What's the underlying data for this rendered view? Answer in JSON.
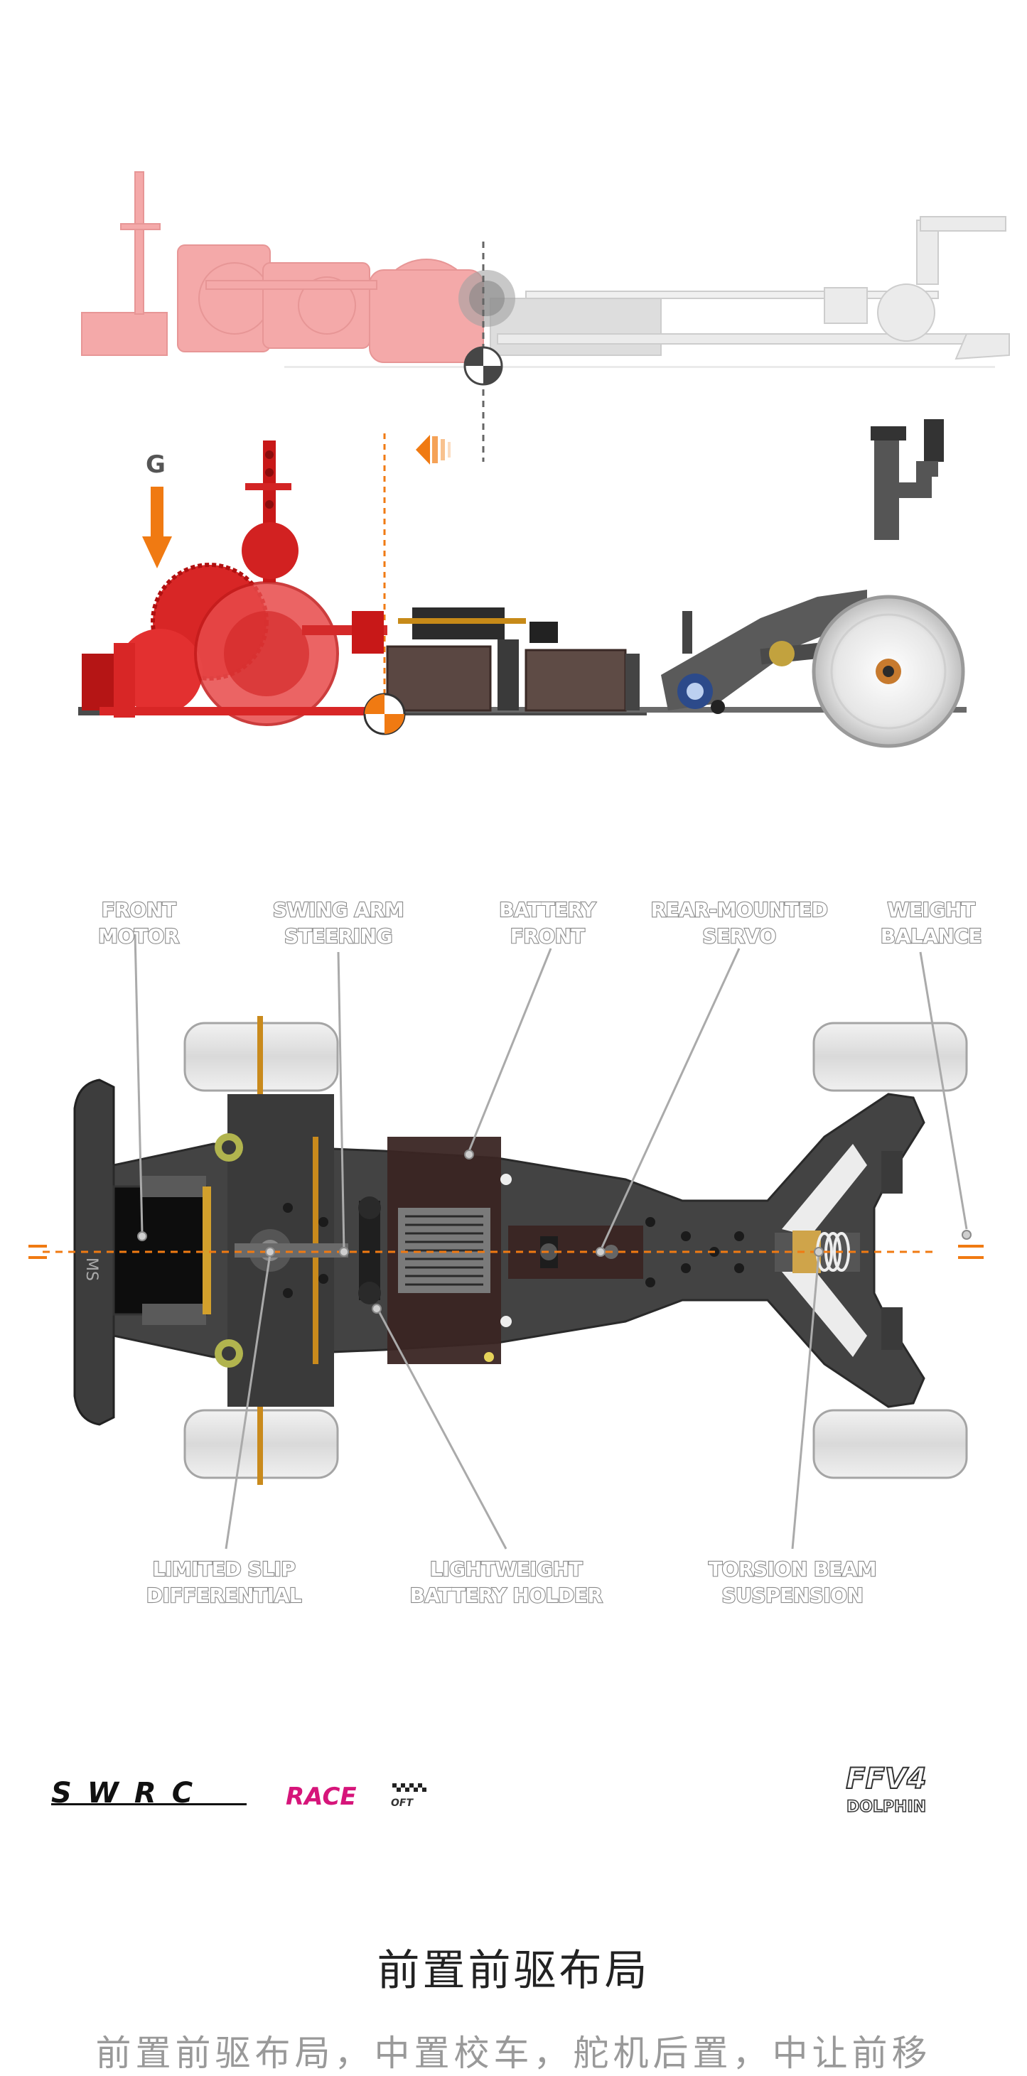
{
  "side_view": {
    "gravity_label": "G"
  },
  "callouts": {
    "front_motor": [
      "FRONT",
      "MOTOR"
    ],
    "swing_arm_steering": [
      "SWING ARM",
      "STEERING"
    ],
    "battery_front": [
      "BATTERY",
      "FRONT"
    ],
    "rear_mounted_servo": [
      "REAR-MOUNTED",
      "SERVO"
    ],
    "weight_balance": [
      "WEIGHT",
      "BALANCE"
    ],
    "limited_slip_differential": [
      "LIMITED SLIP",
      "DIFFERENTIAL"
    ],
    "lightweight_battery_holder": [
      "LIGHTWEIGHT",
      "BATTERY HOLDER"
    ],
    "torsion_beam_suspension": [
      "TORSION BEAM",
      "SUSPENSION"
    ]
  },
  "chassis_mark": "MS",
  "brands": {
    "swrc": "SWRC",
    "race": "RACE",
    "race_suffix": "OFT",
    "model": "FFV4",
    "model_sub": "DOLPHIN"
  },
  "heading": "前置前驱布局",
  "subheading": "前置前驱布局，中置校车，舵机后置，中让前移",
  "colors": {
    "accent_red": "#e32b2b",
    "accent_orange": "#f07a12",
    "chassis_dark": "#3a3a3a",
    "race_magenta": "#d6157a"
  }
}
